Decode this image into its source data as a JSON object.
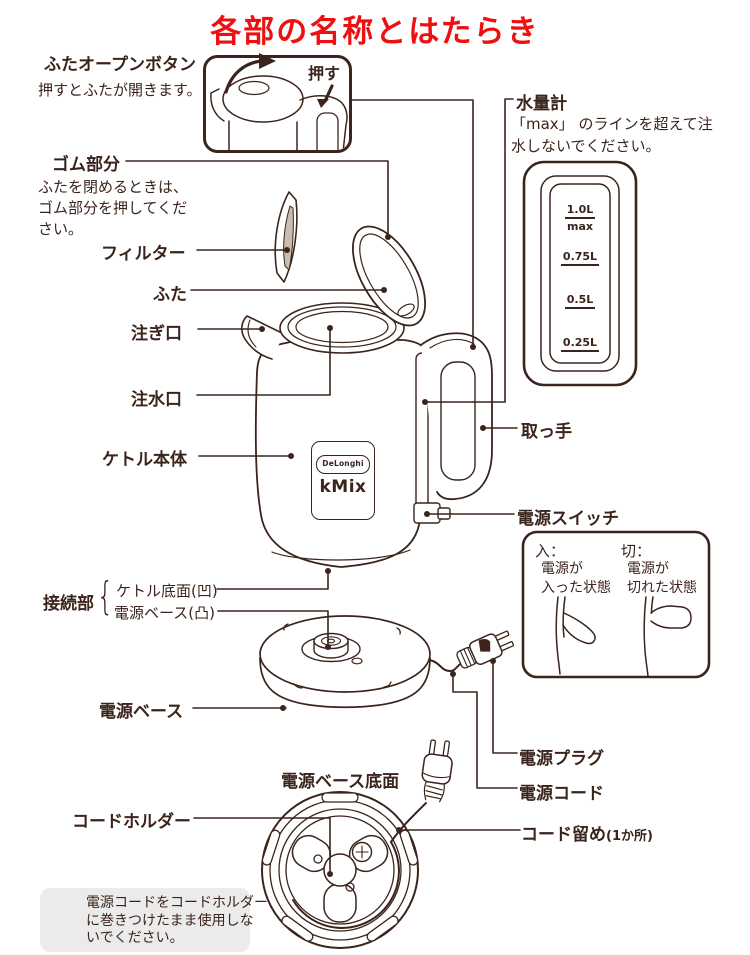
{
  "title": "各部の名称とはたらき",
  "colors": {
    "title_red": "#ee1010",
    "ink": "#3b241b",
    "warning_bg": "#ebebeb"
  },
  "sections": {
    "lid_button": {
      "label": "ふたオープンボタン",
      "desc": "押すとふたが開きます。",
      "push": "押す"
    },
    "water_gauge": {
      "label": "水量計",
      "desc": "「max」 のラインを超えて注\n水しないでください。",
      "marks": {
        "m10": "1.0L",
        "max": "max",
        "m075": "0.75L",
        "m05": "0.5L",
        "m025": "0.25L"
      }
    },
    "rubber": {
      "label": "ゴム部分",
      "desc": "ふたを閉めるときは、\nゴム部分を押してくだ\nさい。"
    },
    "filter": {
      "label": "フィルター"
    },
    "lid": {
      "label": "ふた"
    },
    "pour_spout": {
      "label": "注ぎ口"
    },
    "water_inlet": {
      "label": "注水口"
    },
    "kettle_body": {
      "label": "ケトル本体"
    },
    "handle": {
      "label": "取っ手"
    },
    "power_switch": {
      "label": "電源スイッチ",
      "on_label": "入：",
      "on_desc": "電源が\n入った状態",
      "off_label": "切：",
      "off_desc": "電源が\n切れた状態"
    },
    "connection": {
      "label": "接続部",
      "kettle_bottom": "ケトル底面(凹)",
      "base_top": "電源ベース(凸)"
    },
    "power_base": {
      "label": "電源ベース"
    },
    "power_plug": {
      "label": "電源プラグ"
    },
    "power_cord": {
      "label": "電源コード"
    },
    "base_bottom": {
      "label": "電源ベース底面"
    },
    "cord_holder": {
      "label": "コードホルダー"
    },
    "cord_stopper": {
      "label": "コード留め",
      "suffix": "(1か所)"
    },
    "warning": {
      "text": "電源コードをコードホルダー\nに巻きつけたまま使用しな\nいでください。"
    },
    "brand": {
      "logo": "DeLonghi",
      "model": "kMix"
    }
  }
}
